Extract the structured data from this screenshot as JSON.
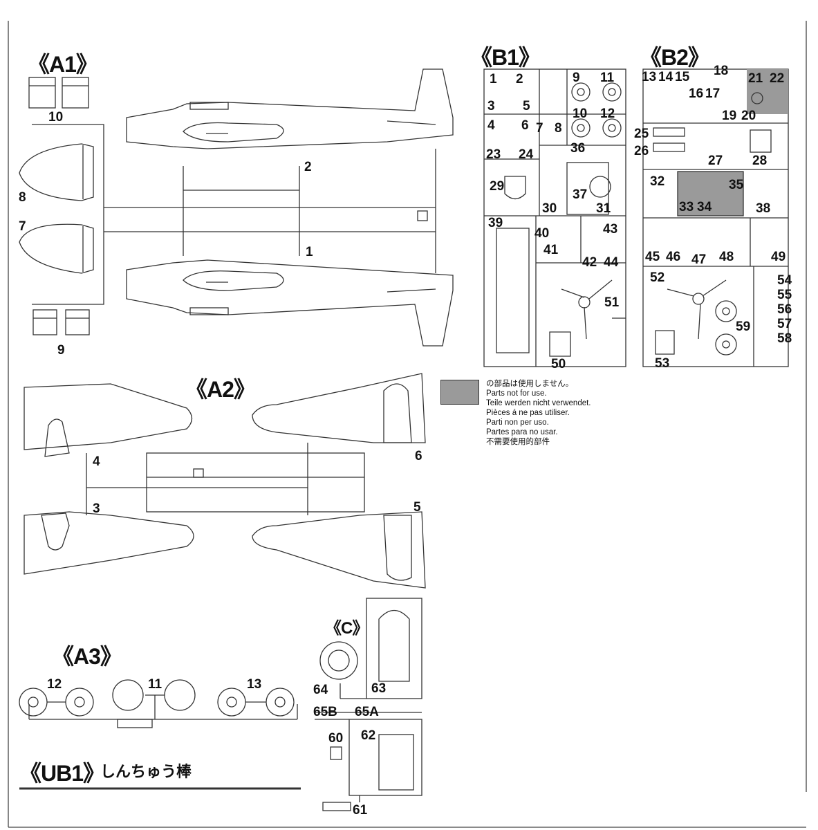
{
  "sprues": {
    "a1": "《A1》",
    "a2": "《A2》",
    "a3": "《A3》",
    "b1": "《B1》",
    "b2": "《B2》",
    "c": "《C》",
    "ub1": "《UB1》",
    "ub1_name": "しんちゅう棒"
  },
  "legend": {
    "swatch_color": "#9a9a9a",
    "lines": [
      "の部品は使用しません。",
      "Parts not for use.",
      "Teile werden nicht verwendet.",
      "Pièces á ne pas utiliser.",
      "Parti non per uso.",
      "Partes para no usar.",
      "不需要使用的部件"
    ]
  },
  "labels": {
    "a1": [
      "10",
      "2",
      "8",
      "7",
      "1",
      "9"
    ],
    "a2": [
      "4",
      "3",
      "6",
      "5"
    ],
    "a3": [
      "12",
      "11",
      "13"
    ],
    "b1": [
      "1",
      "2",
      "3",
      "5",
      "4",
      "6",
      "7",
      "8",
      "9",
      "11",
      "10",
      "12",
      "23",
      "24",
      "36",
      "29",
      "37",
      "30",
      "31",
      "39",
      "40",
      "41",
      "43",
      "42",
      "44",
      "51",
      "50"
    ],
    "b2": [
      "13",
      "14",
      "15",
      "18",
      "21",
      "22",
      "16",
      "17",
      "19",
      "20",
      "25",
      "26",
      "27",
      "28",
      "32",
      "35",
      "33",
      "34",
      "38",
      "45",
      "46",
      "47",
      "48",
      "49",
      "52",
      "54",
      "55",
      "56",
      "57",
      "58",
      "59",
      "53"
    ],
    "c": [
      "64",
      "63",
      "65B",
      "65A",
      "60",
      "62",
      "61"
    ]
  }
}
